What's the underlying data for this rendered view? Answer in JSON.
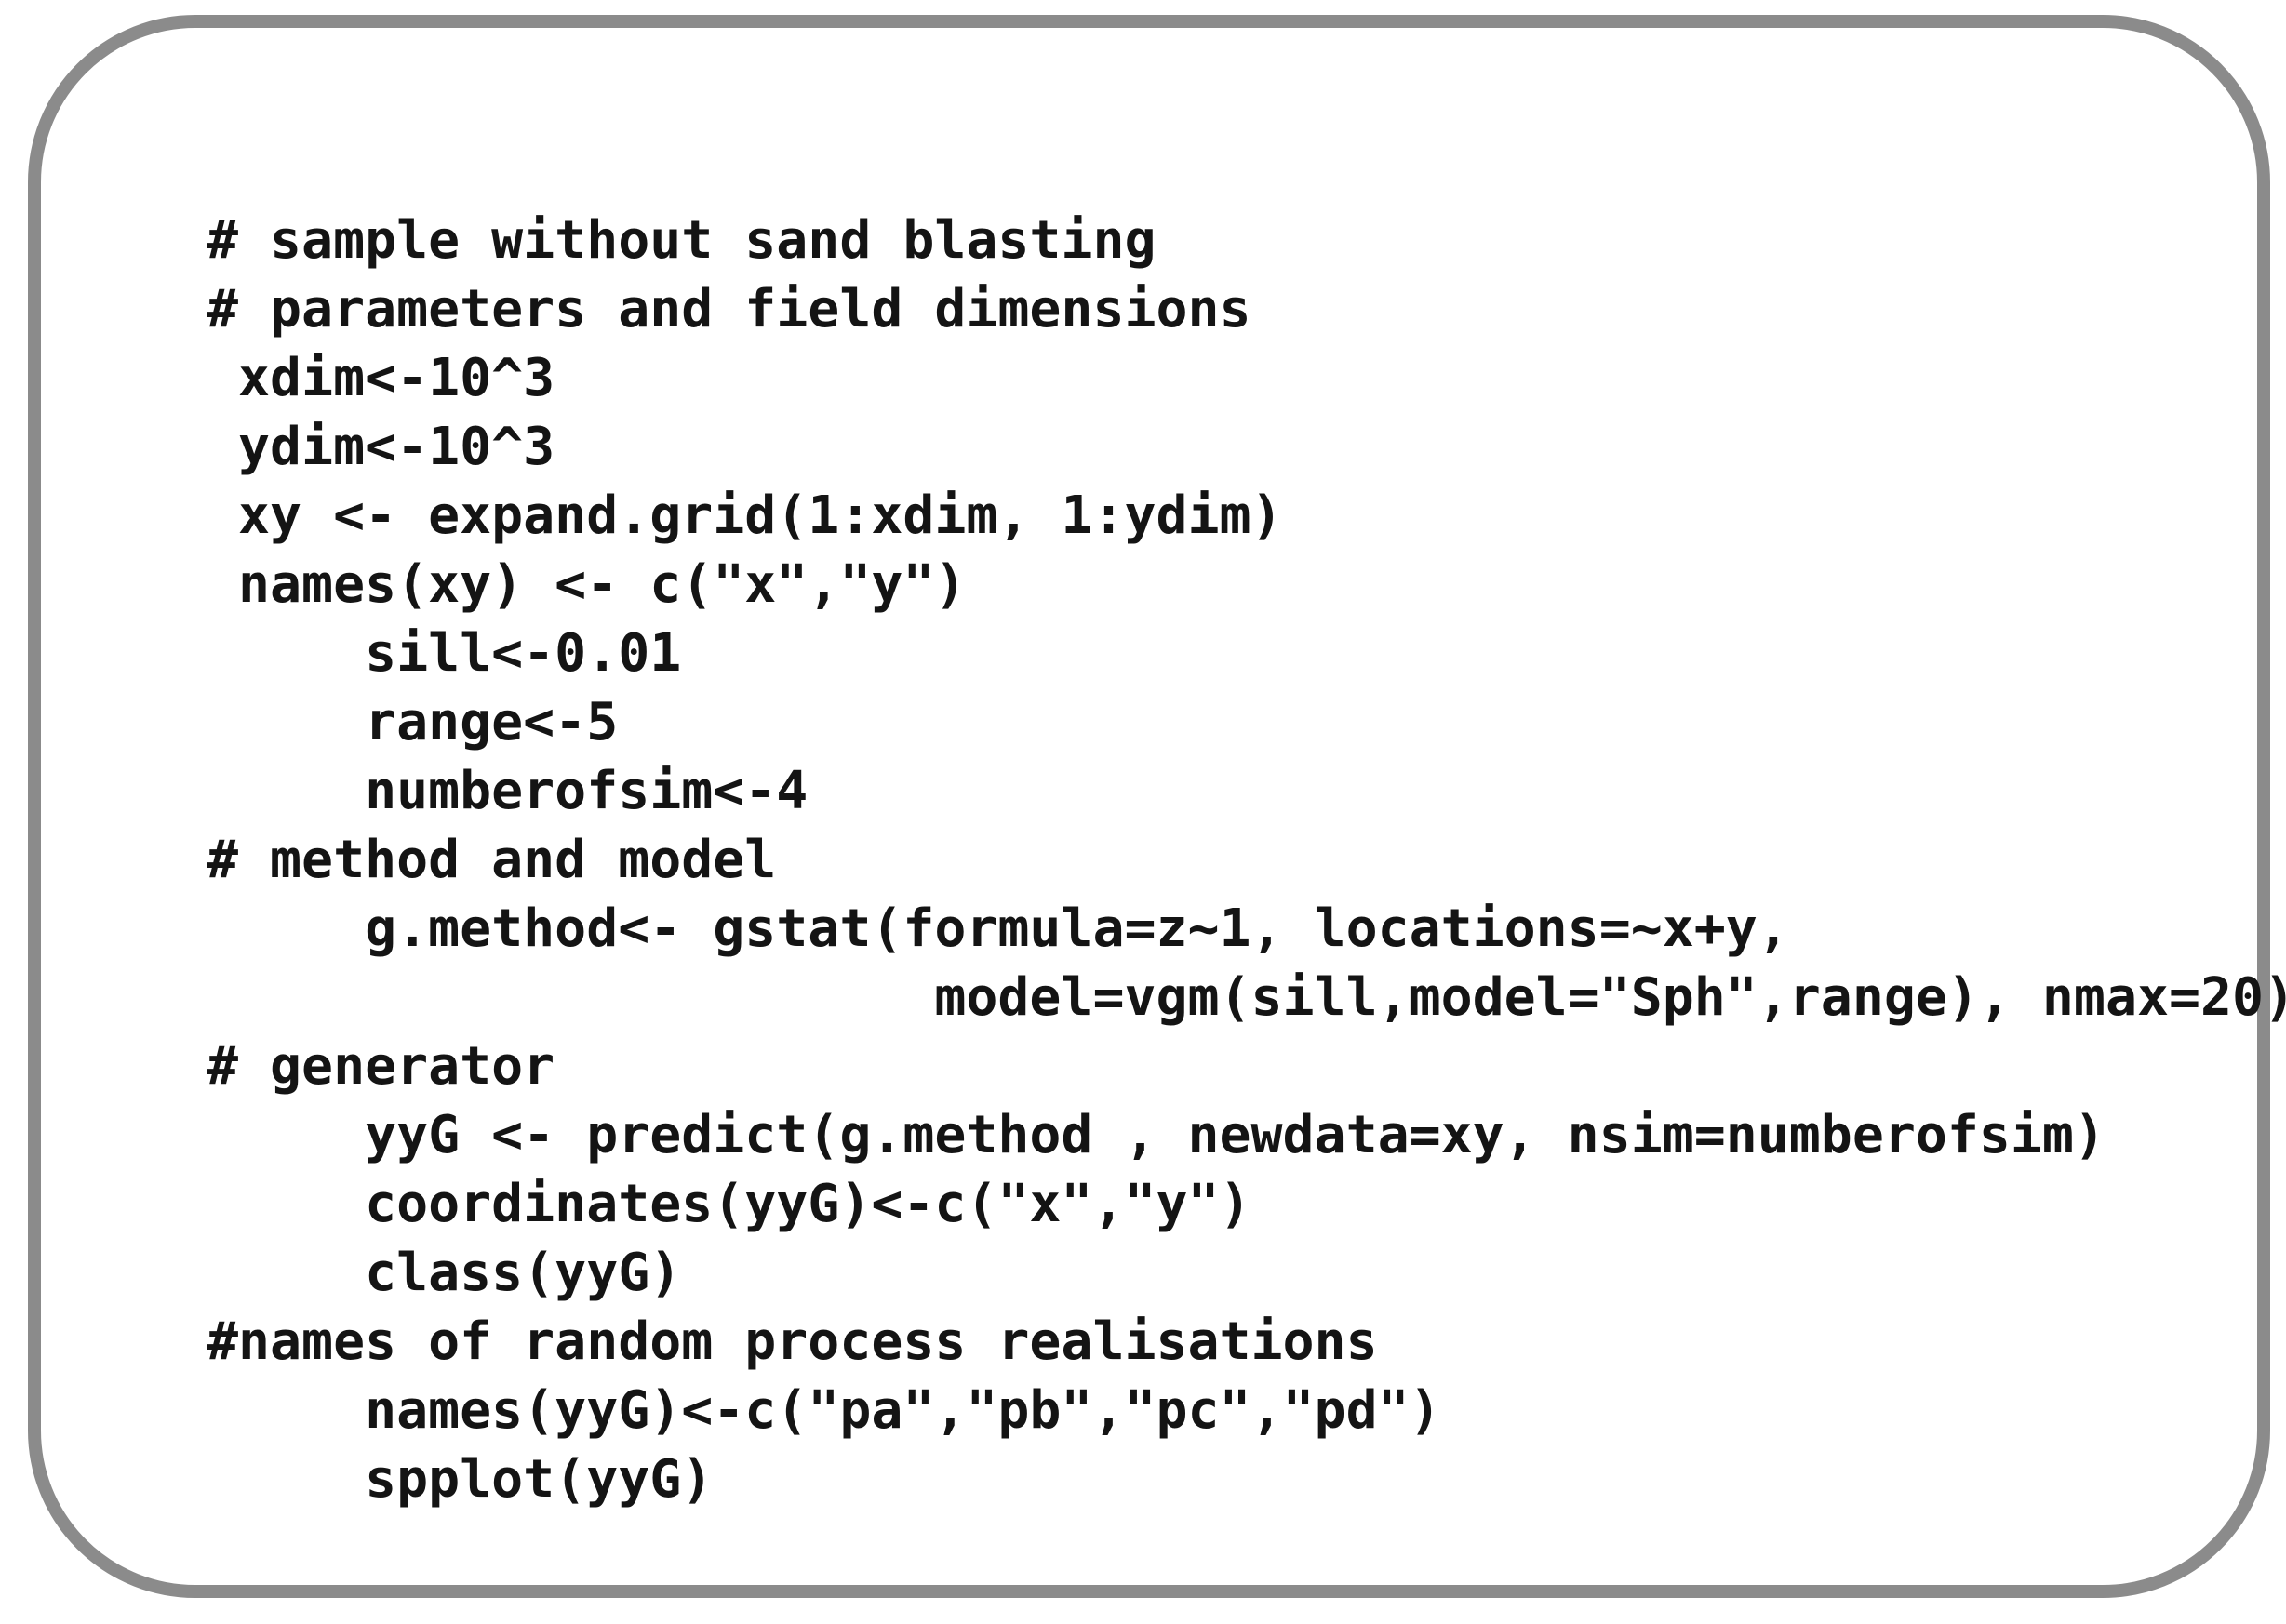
{
  "style": {
    "panel_border_color": "#8b8b8b",
    "text_color": "#141414",
    "background_color": "#ffffff"
  },
  "code": {
    "lines": [
      "# sample without sand blasting",
      "# parameters and field dimensions",
      " xdim<-10^3",
      " ydim<-10^3",
      " xy <- expand.grid(1:xdim, 1:ydim)",
      " names(xy) <- c(\"x\",\"y\")",
      "     sill<-0.01",
      "     range<-5",
      "     numberofsim<-4",
      "# method and model",
      "     g.method<- gstat(formula=z~1, locations=~x+y,",
      "                       model=vgm(sill,model=\"Sph\",range), nmax=20)",
      "# generator",
      "     yyG <- predict(g.method , newdata=xy, nsim=numberofsim)",
      "     coordinates(yyG)<-c(\"x\",\"y\")",
      "     class(yyG)",
      "#names of random process realisations",
      "     names(yyG)<-c(\"pa\",\"pb\",\"pc\",\"pd\")",
      "     spplot(yyG)"
    ]
  }
}
